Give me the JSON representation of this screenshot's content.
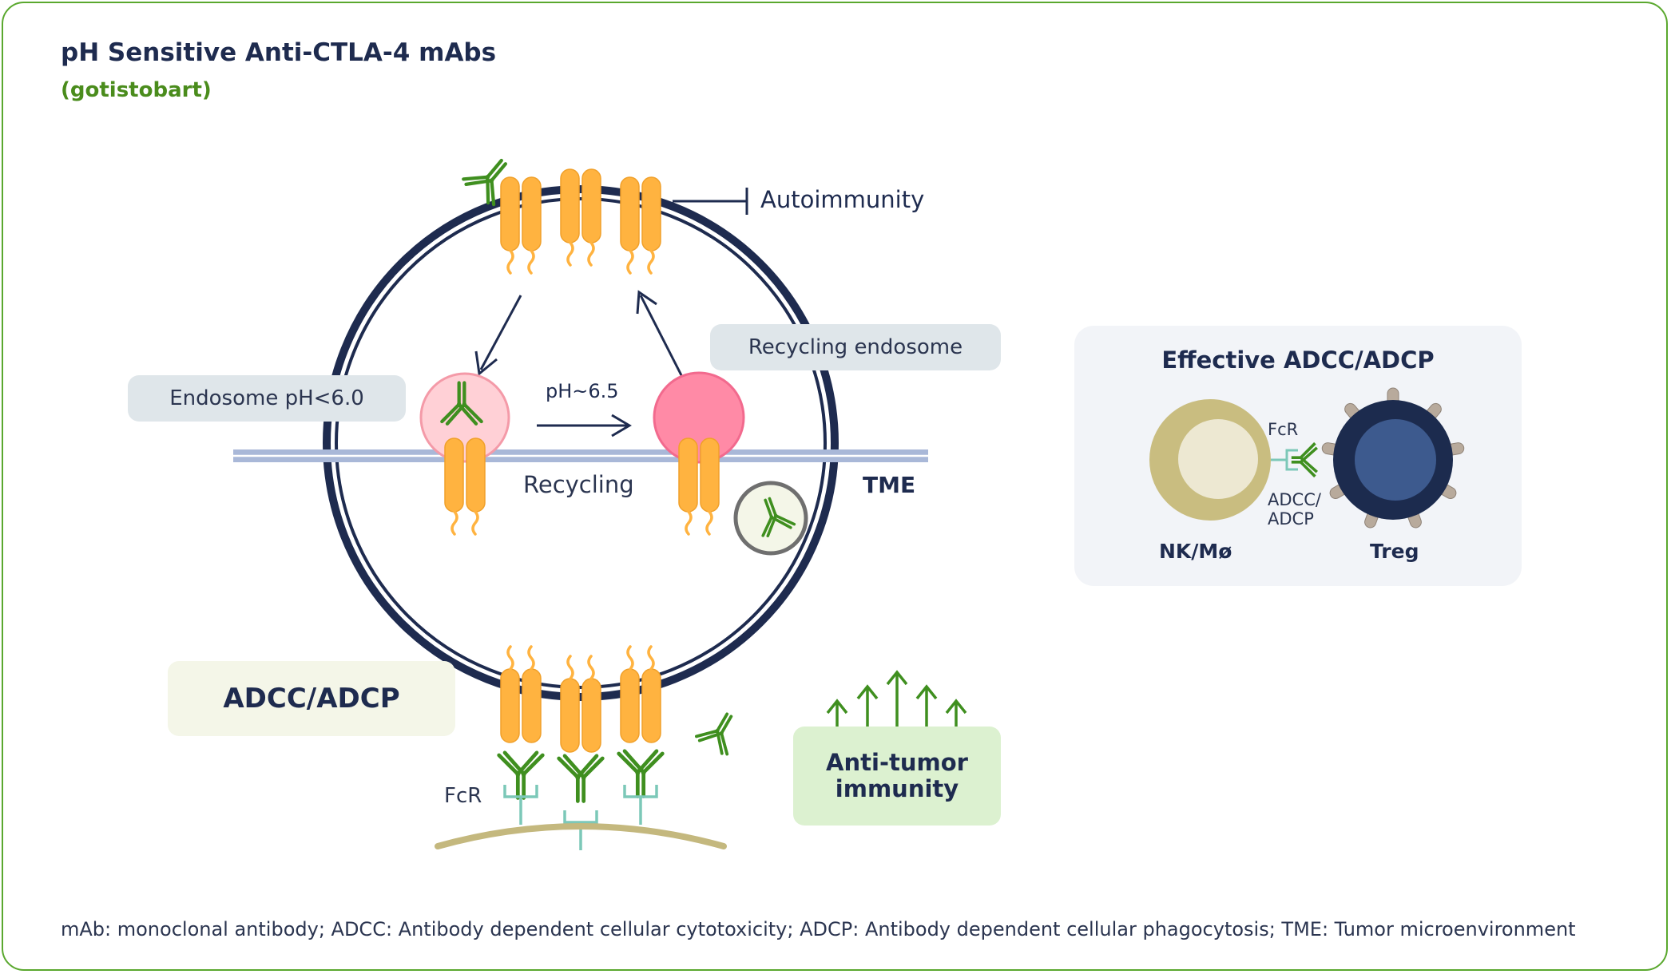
{
  "title": "pH Sensitive Anti-CTLA-4 mAbs",
  "subtitle": "(gotistobart)",
  "labels": {
    "autoimmunity": "Autoimmunity",
    "recycling_endosome": "Recycling endosome",
    "endosome_ph": "Endosome pH<6.0",
    "ph_65": "pH~6.5",
    "recycling": "Recycling",
    "tme": "TME",
    "adcc_adcp": "ADCC/ADCP",
    "fcr": "FcR",
    "anti_tumor": "Anti-tumor\nimmunity"
  },
  "panel": {
    "title": "Effective ADCC/ADCP",
    "fcr": "FcR",
    "adcc": "ADCC/",
    "adcp": "ADCP",
    "nk_label": "NK/Mø",
    "treg_label": "Treg"
  },
  "footnote": "mAb: monoclonal antibody; ADCC: Antibody dependent cellular cytotoxicity; ADCP: Antibody dependent cellular phagocytosis; TME: Tumor microenvironment",
  "colors": {
    "frame": "#5aa82e",
    "navy": "#1e2b4f",
    "receptor": "#ffb340",
    "antibody": "#3f8f1f",
    "endosome_pink": "#ff8aa6",
    "endosome_light": "#ffd0d6",
    "fcr": "#7cc8b8",
    "nk_cell": "#c9bd80",
    "treg": "#1c2b4e"
  }
}
